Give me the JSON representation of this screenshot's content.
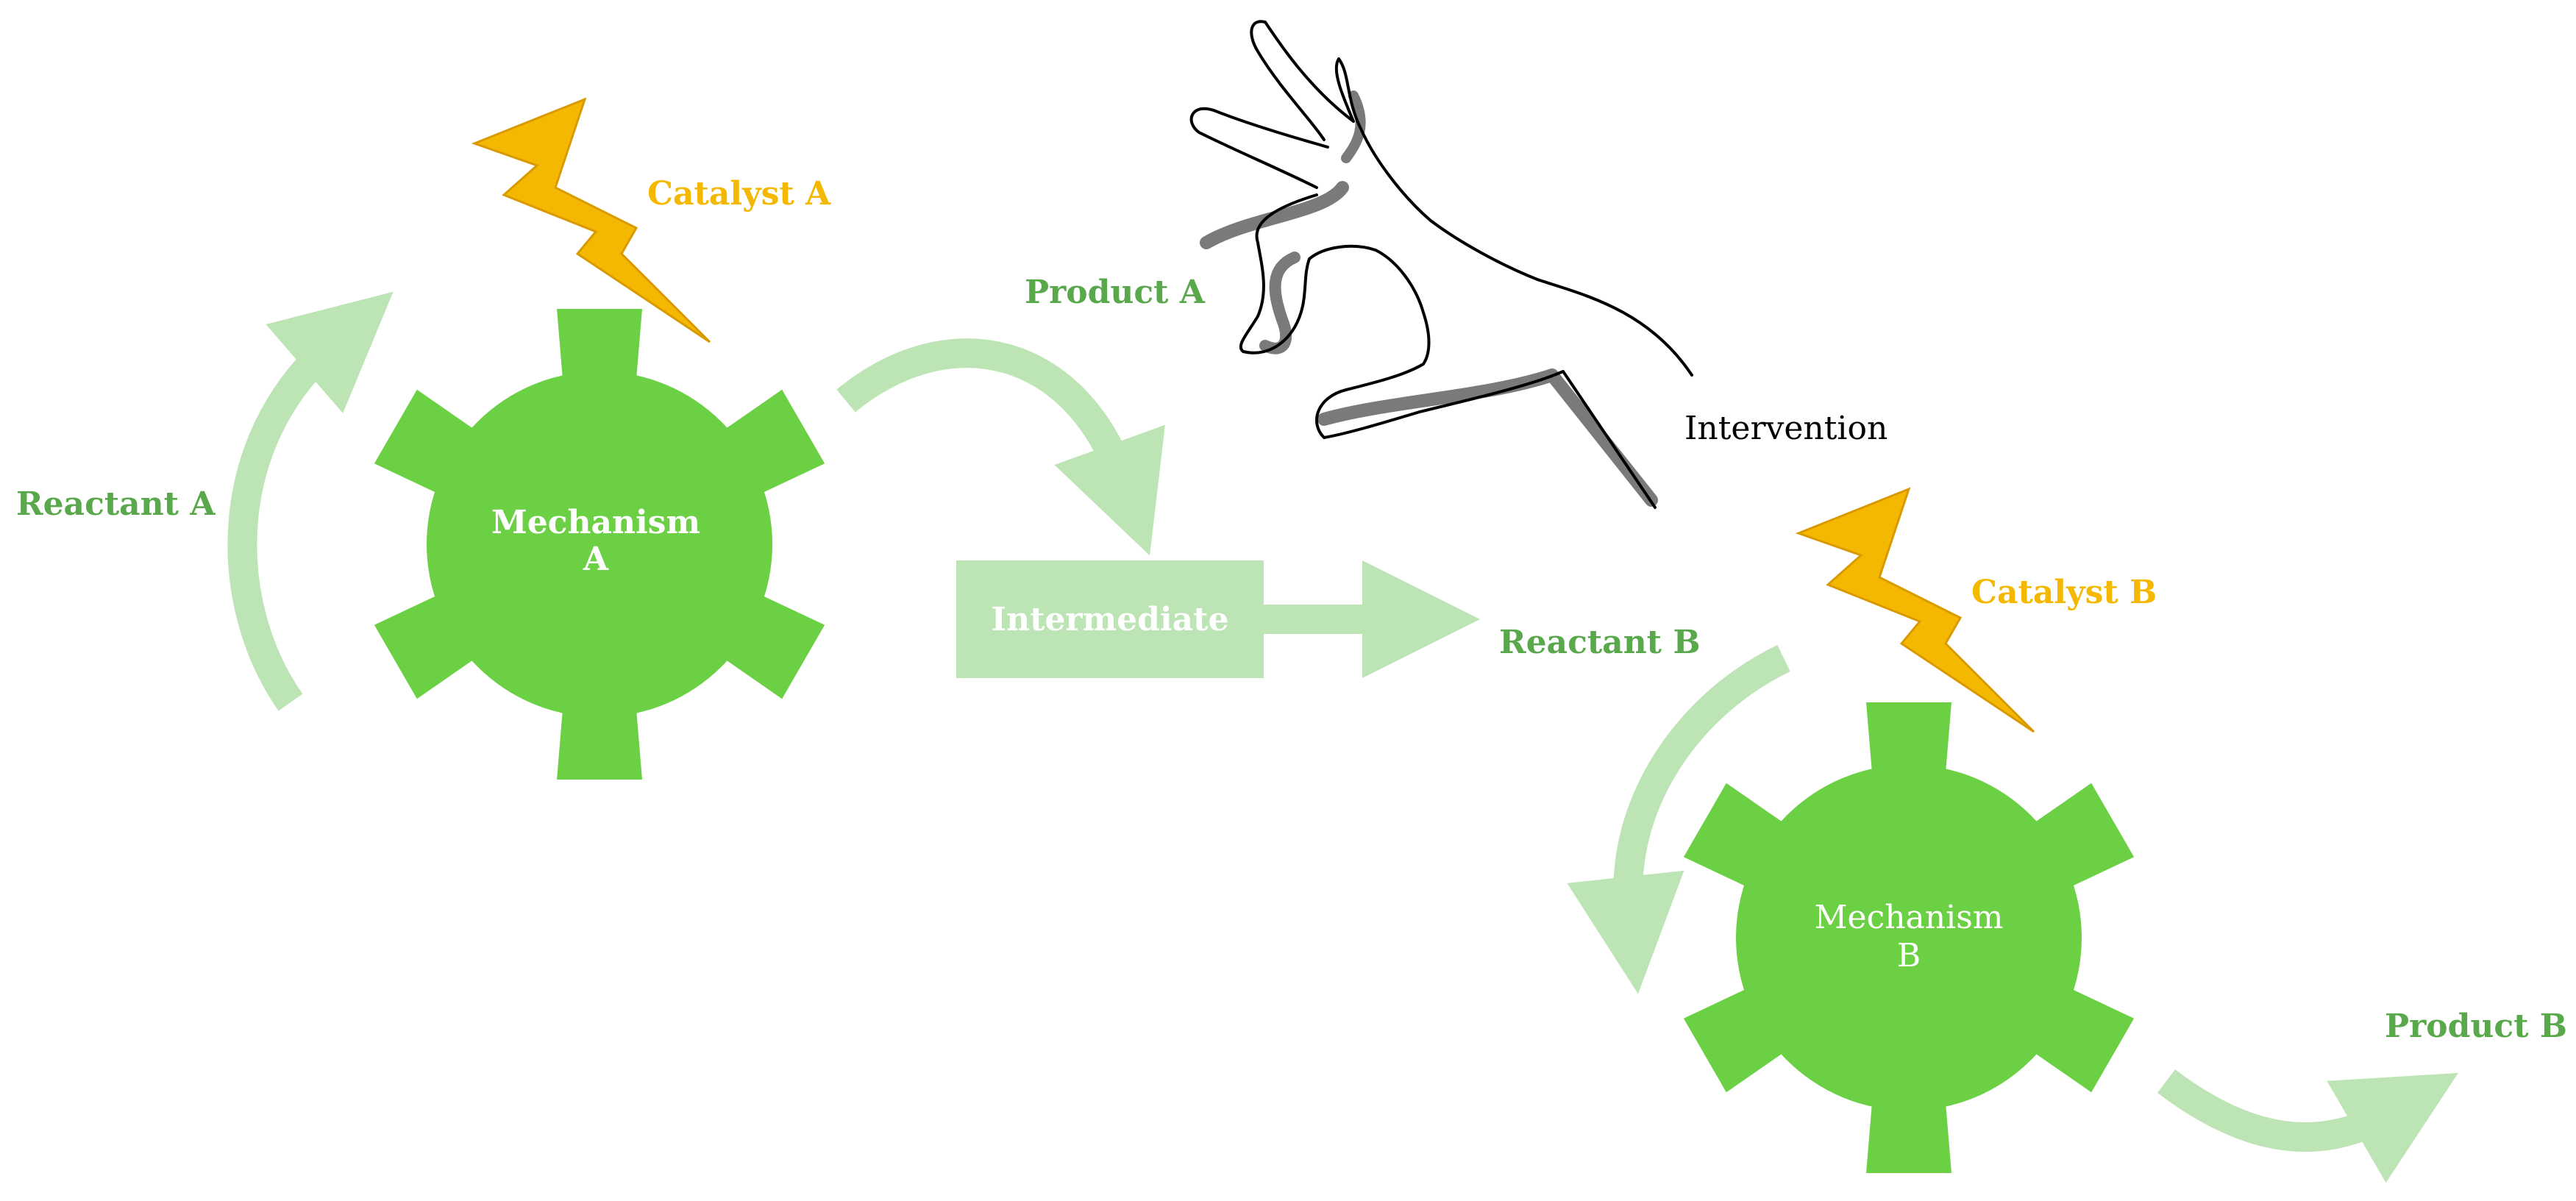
{
  "diagram": {
    "reactant_a": "Reactant A",
    "catalyst_a": "Catalyst A",
    "mechanism_a_line1": "Mechanism",
    "mechanism_a_line2": "A",
    "product_a": "Product A",
    "intermediate": "Intermediate",
    "intervention": "Intervention",
    "reactant_b": "Reactant B",
    "catalyst_b": "Catalyst B",
    "mechanism_b_line1": "Mechanism",
    "mechanism_b_line2": "B",
    "product_b": "Product B"
  },
  "colors": {
    "gear": "#6cd044",
    "arrow": "#bde4b4",
    "label_green": "#5aa84c",
    "catalyst": "#f5b800"
  }
}
